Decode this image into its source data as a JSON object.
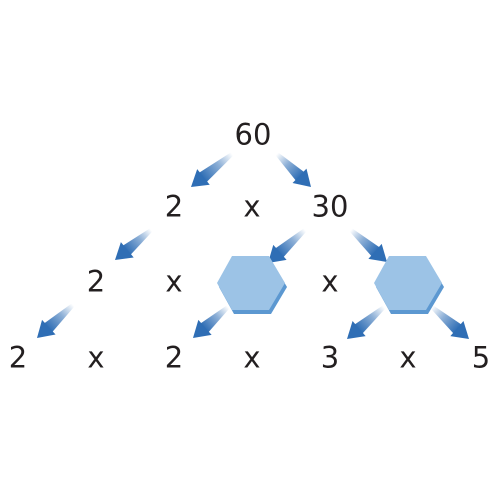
{
  "colors": {
    "text": "#231f20",
    "arrow": "#2f6eb5",
    "hexagon_fill": "#9cc3e6",
    "hexagon_edge": "#3f86c9"
  },
  "tree": {
    "row0": {
      "root": "60"
    },
    "row1": {
      "left": "2",
      "op": "x",
      "right": "30"
    },
    "row2": {
      "left": "2",
      "op_left": "x",
      "hidden_left": "",
      "op_right": "x",
      "hidden_right": ""
    },
    "row3": {
      "n1": "2",
      "op1": "x",
      "n2": "2",
      "op2": "x",
      "n3": "3",
      "op3": "x",
      "n4": "5"
    }
  },
  "icons": {
    "arrow": "arrow-down-diagonal-icon",
    "hexagon": "hexagon-shape"
  }
}
